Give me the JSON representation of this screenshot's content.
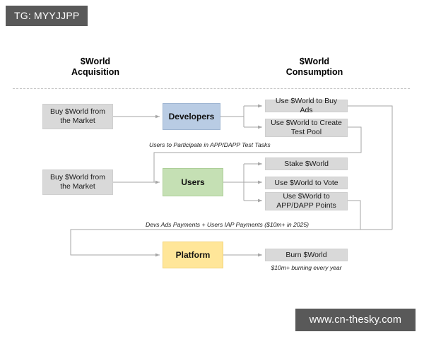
{
  "watermarks": {
    "telegram_badge": "TG: MYYJJPP",
    "site_badge": "www.cn-thesky.com"
  },
  "columns": {
    "acquisition": {
      "line1": "$World",
      "line2": "Acquisition"
    },
    "consumption": {
      "line1": "$World",
      "line2": "Consumption"
    }
  },
  "nodes": {
    "buy_devs": "Buy $World from the Market",
    "buy_users": "Buy $World from the Market",
    "developers": "Developers",
    "users": "Users",
    "platform": "Platform",
    "buy_ads": "Use $World to Buy Ads",
    "create_test_pool": "Use $World to Create Test Pool",
    "stake": "Stake $World",
    "vote": "Use $World to Vote",
    "app_points": "Use $World to APP/DAPP Points",
    "burn": "Burn $World"
  },
  "annotations": {
    "users_participate": "Users to Participate in APP/DAPP Test Tasks",
    "devs_payments": "Devs Ads Payments + Users IAP Payments ($10m+ in 2025)",
    "burn_note": "$10m+ burning every year"
  },
  "colors": {
    "developers_fill": "#b9cce4",
    "users_fill": "#c5e0b4",
    "platform_fill": "#ffe699",
    "node_fill": "#d9d9d9",
    "badge_fill": "#595959",
    "connector": "#a6a6a6",
    "divider": "#c3c3c3"
  }
}
